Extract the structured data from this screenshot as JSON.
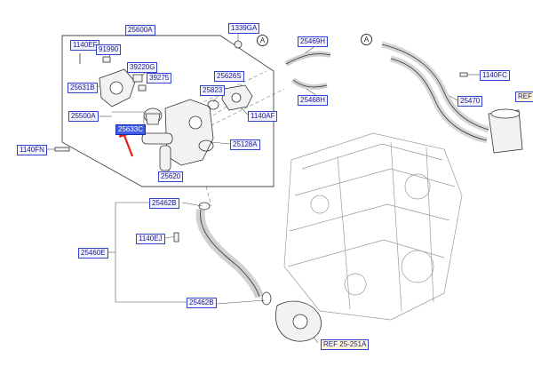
{
  "diagram": {
    "labels": {
      "thermostat_assembly": "25600A",
      "bolt_top": "1140EF",
      "nut_top": "91990",
      "temp_sensor": "39220G",
      "plug": "39275",
      "housing_cover": "25631B",
      "connector_bolt": "1339GA",
      "thermostat": "25500A",
      "gasket": "25633C",
      "pipe_fitting": "25626S",
      "oring_upper": "25823",
      "bolt_side": "1140AF",
      "seal_ring": "25128A",
      "housing": "25620",
      "bolt_left": "1140FN",
      "hose_upper": "25469H",
      "hose_lower": "25468H",
      "bolt_right": "1140FC",
      "pipe_assembly": "25470",
      "ref_right": "REF",
      "pipe_clamp_top": "25462B",
      "bolt_mid": "1140EJ",
      "water_pipe": "25460E",
      "pipe_clamp_bottom": "25462B",
      "ref_pump": "REF 25-251A"
    },
    "callouts": {
      "a_left": "A",
      "a_right": "A"
    },
    "highlight_color": "#3d5ce8",
    "arrow_color": "#e0201c"
  }
}
